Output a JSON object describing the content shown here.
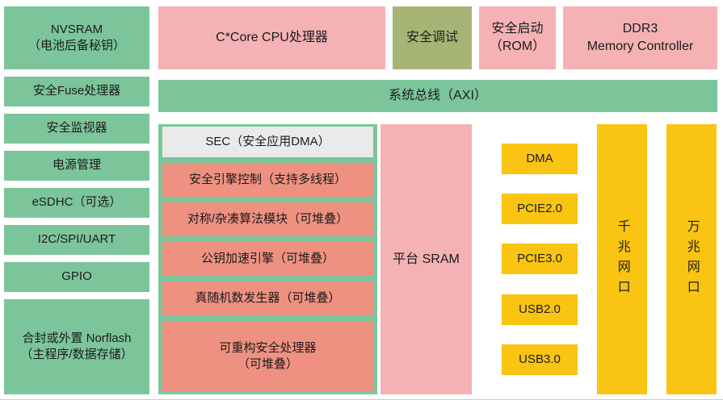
{
  "colors": {
    "green": "#7cc59b",
    "pink": "#f4b2b4",
    "salmon": "#ef9181",
    "olive": "#a6b575",
    "gray": "#eaeaea",
    "yellow": "#f9c412"
  },
  "left_column": {
    "items": [
      {
        "label": "NVSRAM\n（电池后备秘钥）"
      },
      {
        "label": "安全Fuse处理器"
      },
      {
        "label": "安全监视器"
      },
      {
        "label": "电源管理"
      },
      {
        "label": "eSDHC（可选）"
      },
      {
        "label": "I2C/SPI/UART"
      },
      {
        "label": "GPIO"
      },
      {
        "label": "合封或外置 Norflash\n（主程序/数据存储）"
      }
    ]
  },
  "top_row": {
    "cpu": "C*Core CPU处理器",
    "secure_debug": "安全调试",
    "secure_boot": "安全启动\n（ROM）",
    "ddr": "DDR3\nMemory Controller"
  },
  "bus": {
    "label": "系统总线（AXI）"
  },
  "sec_panel": {
    "items": [
      {
        "label": "SEC（安全应用DMA）"
      },
      {
        "label": "安全引擎控制（支持多线程）"
      },
      {
        "label": "对称/杂凑算法模块（可堆叠）"
      },
      {
        "label": "公钥加速引擎（可堆叠）"
      },
      {
        "label": "真随机数发生器（可堆叠）"
      },
      {
        "label": "可重构安全处理器\n（可堆叠）"
      }
    ]
  },
  "sram": {
    "label": "平台 SRAM"
  },
  "io_column": {
    "items": [
      {
        "label": "DMA"
      },
      {
        "label": "PCIE2.0"
      },
      {
        "label": "PCIE3.0"
      },
      {
        "label": "USB2.0"
      },
      {
        "label": "USB3.0"
      }
    ]
  },
  "network": {
    "gigabit": "千兆网口",
    "ten_gigabit": "万兆网口"
  }
}
